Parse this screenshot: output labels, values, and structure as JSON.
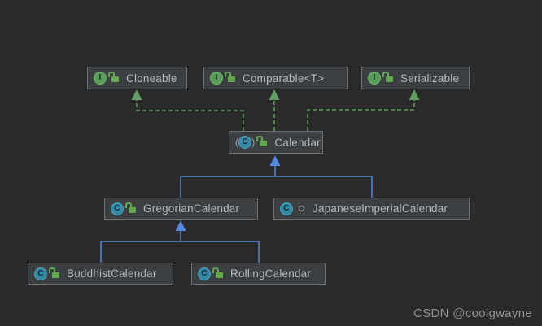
{
  "diagram": {
    "title_hint": "UML class diagram of java.util.Calendar hierarchy",
    "watermark": "CSDN @coolgwayne",
    "colors": {
      "background": "#2a2a2a",
      "node_fill": "#3c3f41",
      "node_border": "#6d7173",
      "node_text": "#b3b9bc",
      "realization_edge": "#5f9f5f",
      "extends_edge": "#5389e4",
      "interface_icon": "#58a05a",
      "class_icon": "#3489a5",
      "lock_icon": "#62a94e",
      "watermark_color": "#8f9194"
    },
    "nodes": [
      {
        "label": "Cloneable",
        "kind": "interface",
        "icon_letter": "I",
        "visibility": "public"
      },
      {
        "label": "Comparable<T>",
        "kind": "interface",
        "icon_letter": "I",
        "visibility": "public"
      },
      {
        "label": "Serializable",
        "kind": "interface",
        "icon_letter": "I",
        "visibility": "public"
      },
      {
        "label": "Calendar",
        "kind": "abstract-class",
        "icon_letter": "C",
        "visibility": "public",
        "paren_open": "(",
        "paren_close": ")"
      },
      {
        "label": "GregorianCalendar",
        "kind": "class",
        "icon_letter": "C",
        "visibility": "public"
      },
      {
        "label": "JapaneseImperialCalendar",
        "kind": "class",
        "icon_letter": "C",
        "visibility": "package-private"
      },
      {
        "label": "BuddhistCalendar",
        "kind": "class",
        "icon_letter": "C",
        "visibility": "public"
      },
      {
        "label": "RollingCalendar",
        "kind": "class",
        "icon_letter": "C",
        "visibility": "public"
      }
    ],
    "edges": [
      {
        "from": "Calendar",
        "to": "Cloneable",
        "type": "realization"
      },
      {
        "from": "Calendar",
        "to": "Comparable<T>",
        "type": "realization"
      },
      {
        "from": "Calendar",
        "to": "Serializable",
        "type": "realization"
      },
      {
        "from": "GregorianCalendar",
        "to": "Calendar",
        "type": "extends"
      },
      {
        "from": "JapaneseImperialCalendar",
        "to": "Calendar",
        "type": "extends"
      },
      {
        "from": "BuddhistCalendar",
        "to": "GregorianCalendar",
        "type": "extends"
      },
      {
        "from": "RollingCalendar",
        "to": "GregorianCalendar",
        "type": "extends"
      }
    ]
  }
}
